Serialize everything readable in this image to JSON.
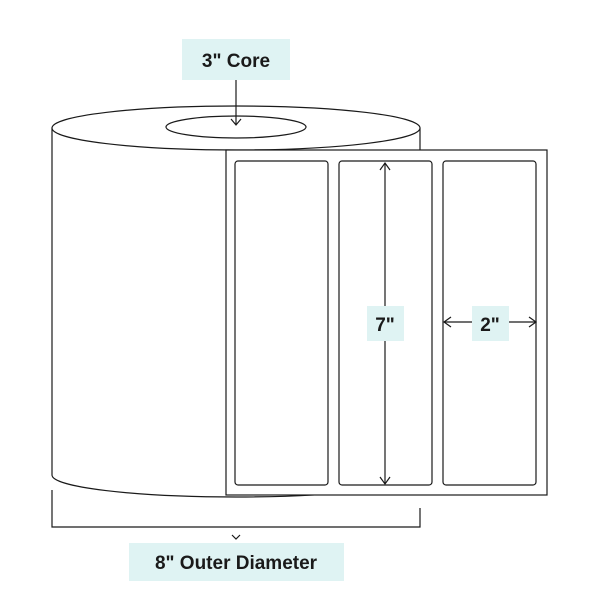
{
  "labels": {
    "core": "3\" Core",
    "label_height": "7\"",
    "label_width": "2\"",
    "outer_diameter": "8\" Outer Diameter"
  },
  "colors": {
    "label_box_bg": "#dff3f3",
    "line": "#1a1a1a",
    "background": "#ffffff"
  }
}
